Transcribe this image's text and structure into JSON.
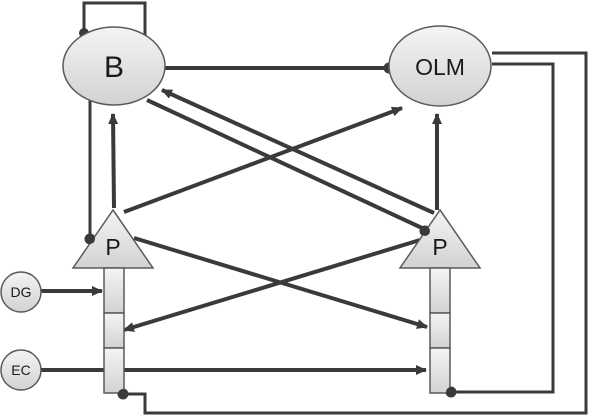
{
  "nodes": {
    "b": {
      "label": "B"
    },
    "olm": {
      "label": "OLM"
    },
    "p_left": {
      "label": "P"
    },
    "p_right": {
      "label": "P"
    },
    "dg": {
      "label": "DG"
    },
    "ec": {
      "label": "EC"
    }
  },
  "colors": {
    "ellipse_fill_top": "#f4f4f4",
    "ellipse_fill_bottom": "#d2d2d2",
    "stroke": "#3a3a3a"
  }
}
